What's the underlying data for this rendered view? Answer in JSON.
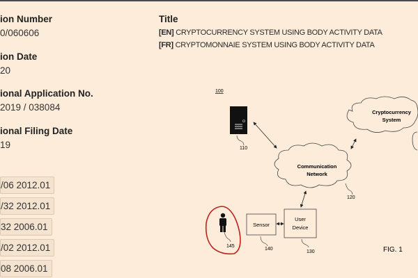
{
  "biblio": [
    {
      "label": "ion Number",
      "value": "0/060606"
    },
    {
      "label": "ion Date",
      "value": "20"
    },
    {
      "label": "ional Application No.",
      "value": "2019 / 038084"
    },
    {
      "label": "ional Filing Date",
      "value": "19"
    }
  ],
  "ipc_tags": [
    "/06 2012.01",
    "/32 2012.01",
    "32 2006.01",
    "/02 2012.01",
    "08 2006.01"
  ],
  "title": {
    "heading": "Title",
    "en_tag": "[EN]",
    "en": "CRYPTOCURRENCY SYSTEM USING BODY ACTIVITY DATA",
    "fr_tag": "[FR]",
    "fr": "CRYPTOMONNAIE SYSTEM USING BODY ACTIVITY DATA"
  },
  "figure": {
    "ref_system": "100",
    "server_ref": "110",
    "network_label_1": "Communication",
    "network_label_2": "Network",
    "network_ref": "120",
    "crypto_label_1": "Cryptocurrency",
    "crypto_label_2": "System",
    "sensor_label": "Sensor",
    "sensor_ref": "140",
    "device_label_1": "User",
    "device_label_2": "Device",
    "device_ref": "130",
    "person_ref": "145",
    "fig_label": "FIG. 1",
    "annotation_color": "#c0201a"
  }
}
